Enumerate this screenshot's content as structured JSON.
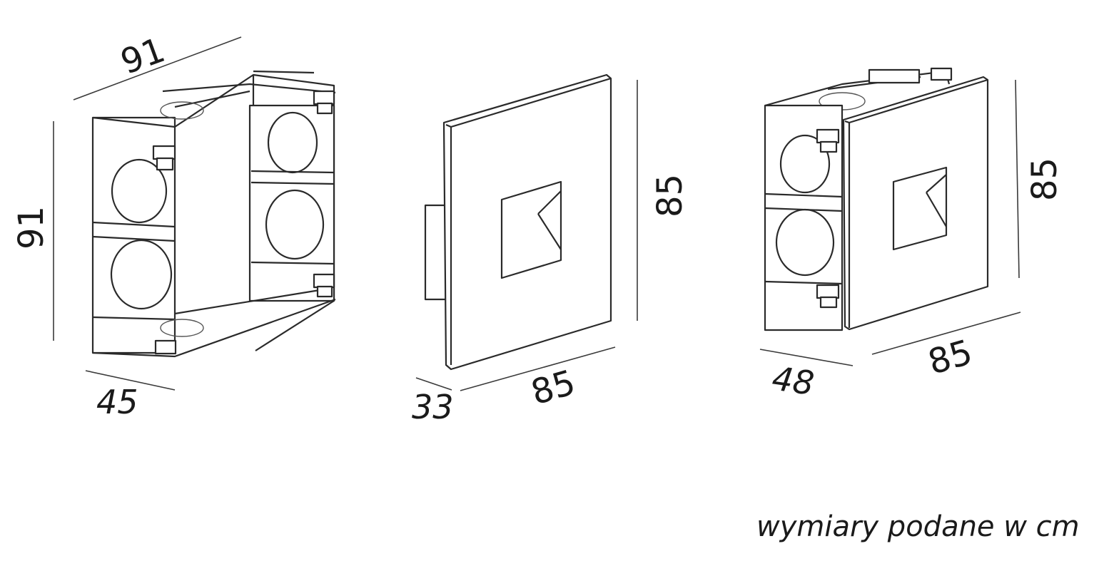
{
  "box": {
    "width": "91",
    "height": "91",
    "depth": "45"
  },
  "cover": {
    "height": "85",
    "width": "85",
    "depth": "33"
  },
  "assembled": {
    "height": "85",
    "width": "85",
    "depth": "48"
  },
  "note": "wymiary podane w cm"
}
